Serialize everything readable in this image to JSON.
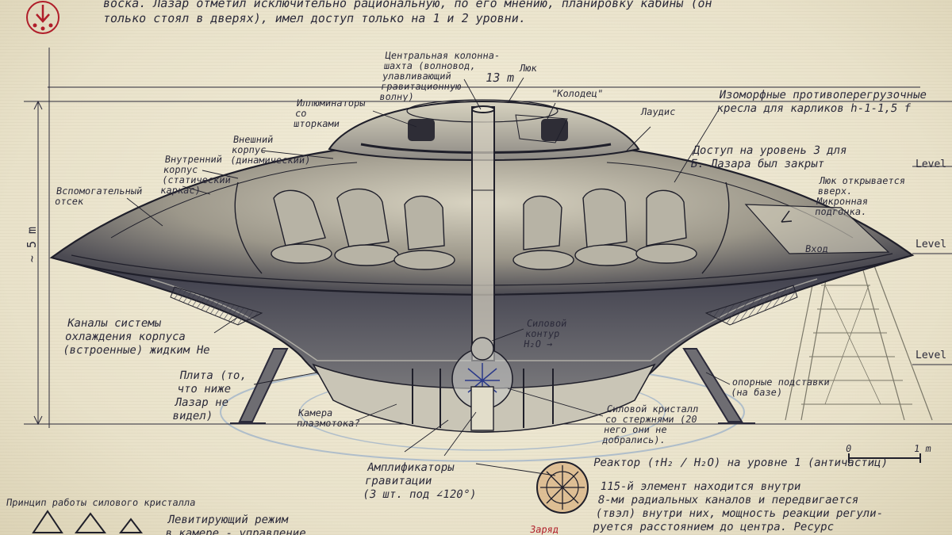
{
  "header": {
    "line1": "воска. Лазар отметил исключительно рациональную, по его мнению, планировку кабины (он",
    "line2": "только стоял в дверях), имел доступ только на 1 и 2 уровни."
  },
  "labels": {
    "central_column": "Центральная колонна-\nшахта (волновод,\nулавливающий\nгравитационную\nволну)",
    "hatch": "Люк",
    "well": "\"Колодец\"",
    "illuminators": "Иллюминаторы\nсо\nшторками",
    "lattice": "Лаудис",
    "isomorphic_seats": "Изоморфные противоперегрузочные\nкресла для карликов h-1-1,5 f",
    "outer_hull": "Внешний\nкорпус\n(динамический)",
    "inner_hull": "Внутренний\nкорпус\n(статический\nкаркас)",
    "aux_compartment": "Вспомогательный\nотсек",
    "access_level3": "Доступ на уровень 3 для\nБ. Лазара был закрыт",
    "hatch_up": "Люк открывается\nвверх.\nМикронная\nподгонка.",
    "entrance": "Вход",
    "cooling_channels": "Каналы системы\nохлаждения корпуса\n(встроенные) жидким He",
    "power_contour": "Силовой\nконтур\nH₂O →",
    "plate": "Плита (то,\nчто ниже\nЛазар не\nвидел)",
    "support_legs": "опорные подставки\n(на базе)",
    "plasma_chamber": "Камера\nплазмотока?",
    "power_crystal": "Силовой кристалл\nсо стержнями (20\nнего они не\nдобрались).",
    "amplifiers": "Амплификаторы\nгравитации\n(3 шт. под ∠120°)",
    "reactor": "Реактор (↑H₂ / H₂O) на уровне 1 (античастиц)",
    "element115": "115-й элемент находится внутри\n8-ми радиальных каналов и передвигается\n(твэл) внутри них, мощность реакции регули-\nруется расстоянием до центра. Ресурс",
    "crystal_principle": "Принцип работы силового кристалла",
    "levitation_mode": "Левитирующий режим\nв камере - управление",
    "red_note": "Заряд"
  },
  "dimensions": {
    "width_label": "13 m",
    "height_label": "~ 5 m",
    "scale_zero": "0",
    "scale_one": "1 m"
  },
  "levels": {
    "top": "Level",
    "middle": "Level",
    "bottom": "Level"
  },
  "colors": {
    "ink": "#2b2a3a",
    "paper": "#efe9d6",
    "stamp_red": "#b01e2a",
    "blue_glow": "#7f9fc9"
  }
}
